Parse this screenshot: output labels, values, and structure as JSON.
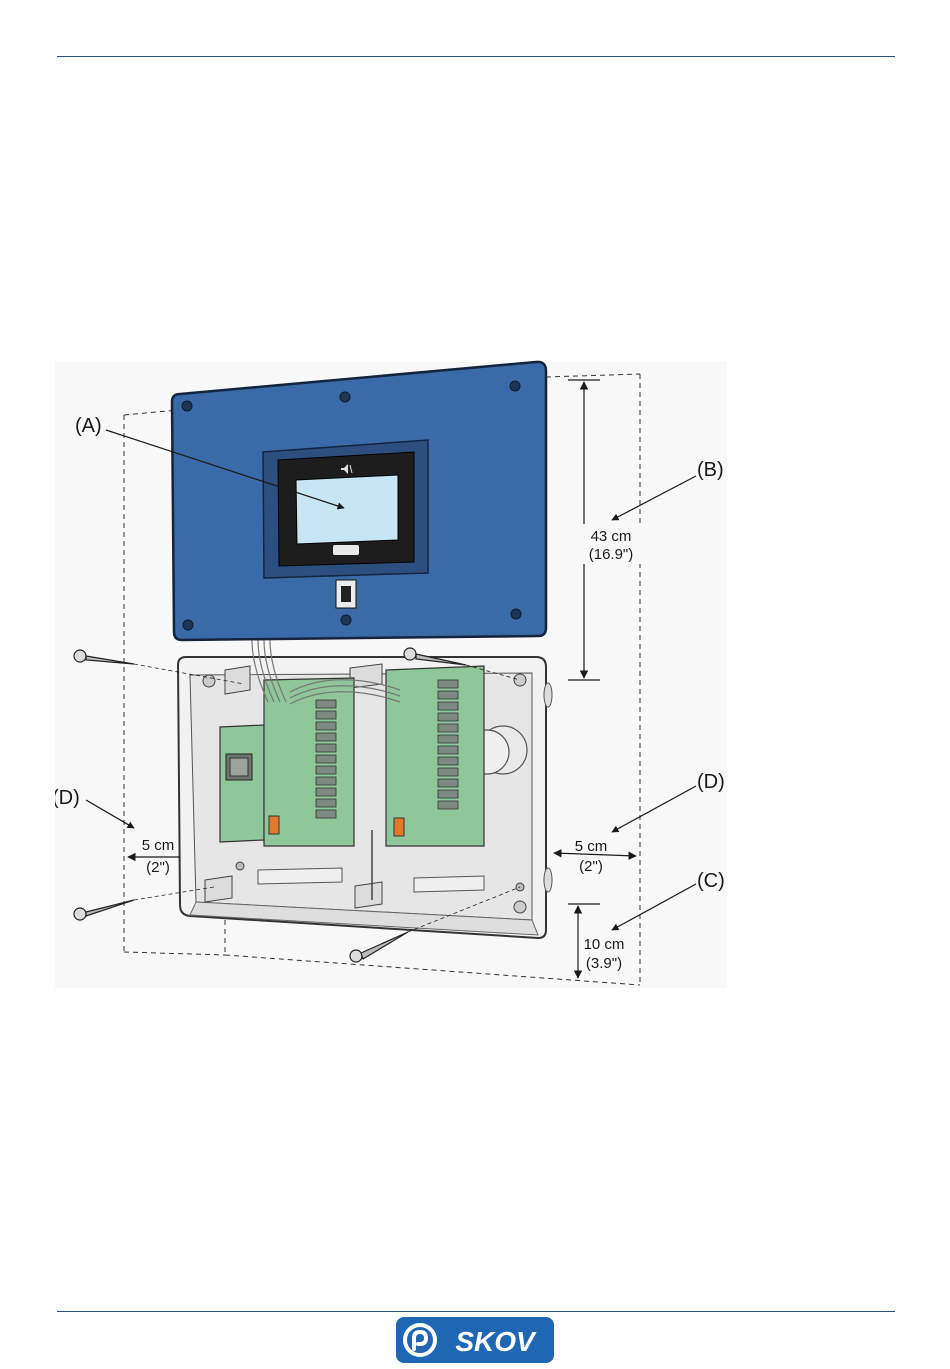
{
  "diagram": {
    "labels": {
      "A": "(A)",
      "B": "(B)",
      "C": "(C)",
      "D_left": "(D)",
      "D_right": "(D)"
    },
    "dimensions": {
      "height_metric": "43 cm",
      "height_imperial": "(16.9\")",
      "bottom_metric": "10 cm",
      "bottom_imperial": "(3.9\")",
      "left_metric": "5 cm",
      "left_imperial": "(2\")",
      "right_metric": "5 cm",
      "right_imperial": "(2\")"
    },
    "colors": {
      "front_panel": "#3a6aa8",
      "screen": "#c7e6f5",
      "circuit_board": "#8fc79a",
      "relay": "#7c8a82",
      "fuse": "#e07a2a",
      "enclosure": "#f2f2f2"
    }
  },
  "footer": {
    "logo_text": "SKOV",
    "logo_color": "#1f67b5"
  }
}
